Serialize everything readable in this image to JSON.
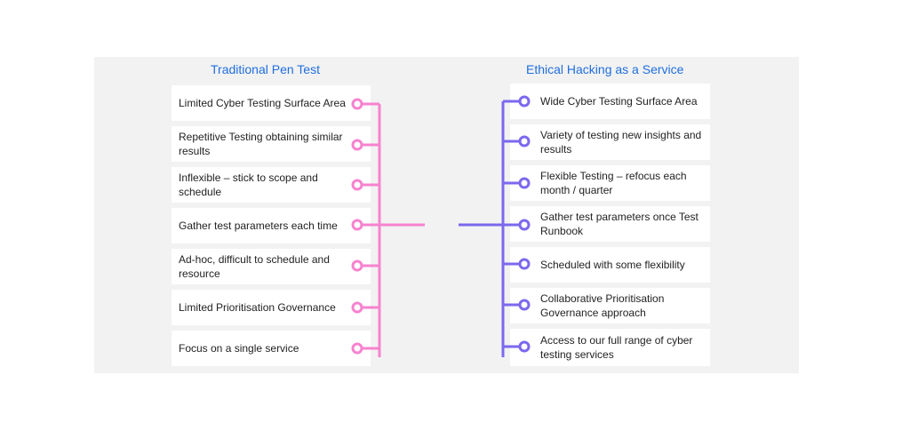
{
  "colors": {
    "panel_bg": "#f2f2f2",
    "title": "#1f6fe0",
    "left_accent": "#f783cf",
    "right_accent": "#7b68ee"
  },
  "left": {
    "title": "Traditional Pen Test",
    "items": [
      "Limited Cyber Testing Surface Area",
      "Repetitive Testing obtaining similar results",
      "Inflexible – stick to scope and schedule",
      "Gather test parameters each time",
      "Ad-hoc, difficult to schedule and resource",
      "Limited Prioritisation Governance",
      "Focus on a single service"
    ]
  },
  "right": {
    "title": "Ethical Hacking as a Service",
    "items": [
      "Wide Cyber Testing Surface Area",
      "Variety of testing new insights and results",
      "Flexible Testing – refocus  each month / quarter",
      "Gather test parameters once Test Runbook",
      "Scheduled with some flexibility",
      "Collaborative Prioritisation Governance approach",
      "Access to our full range of cyber testing services"
    ]
  }
}
